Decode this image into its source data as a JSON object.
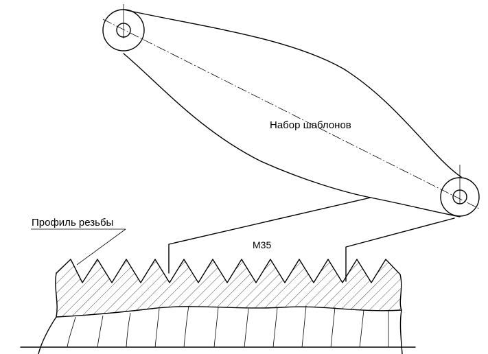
{
  "labels": {
    "template_set": "Набор шаблонов",
    "thread_profile": "Профиль резьбы",
    "thread_size": "М35"
  },
  "colors": {
    "line": "#000000",
    "background": "#ffffff"
  }
}
